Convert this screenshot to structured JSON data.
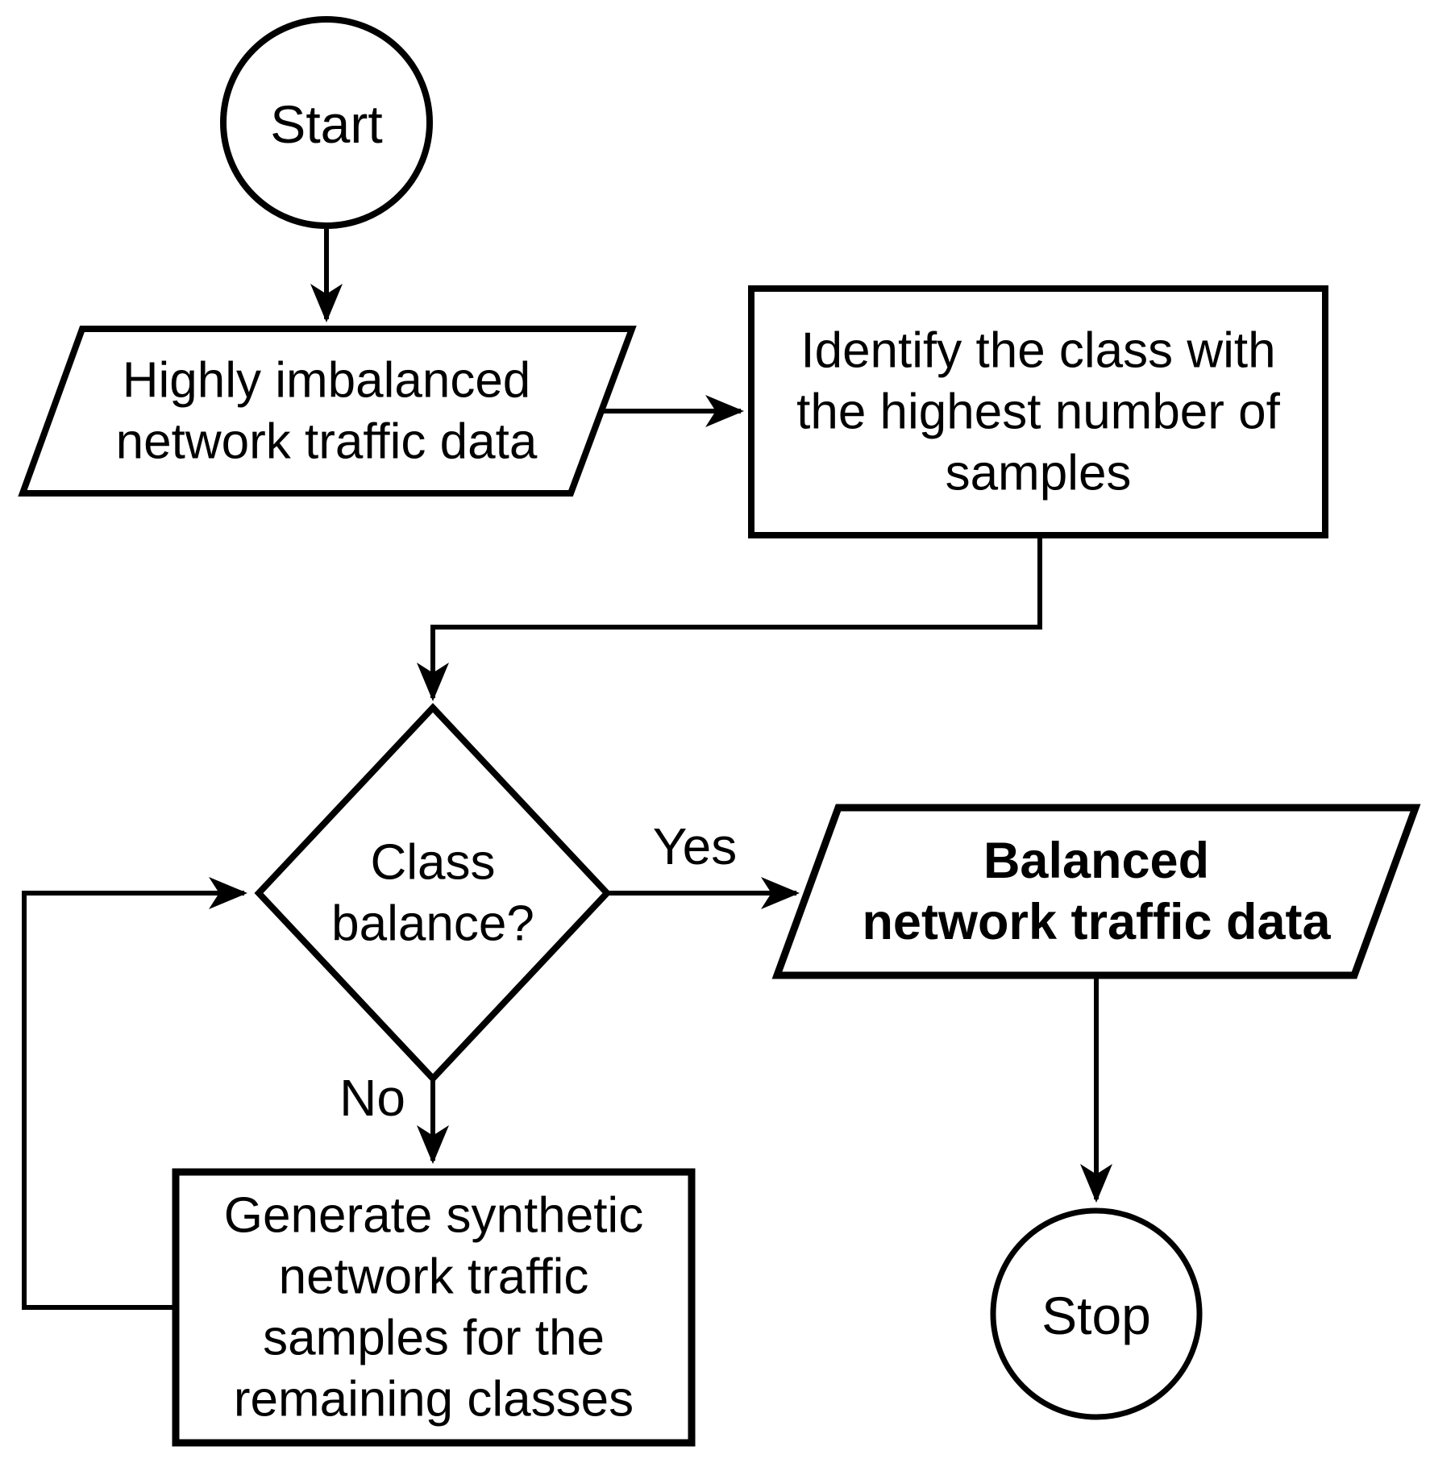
{
  "diagram": {
    "colors": {
      "background": "#ffffff",
      "stroke": "#000000",
      "shape_fill": "#ffffff",
      "text": "#000000"
    },
    "nodes": {
      "start": {
        "label": "Start"
      },
      "input_data": {
        "lines": [
          "Highly imbalanced",
          "network traffic data"
        ]
      },
      "identify": {
        "lines": [
          "Identify the class with",
          "the highest number of",
          "samples"
        ]
      },
      "decision": {
        "lines": [
          "Class",
          "balance?"
        ]
      },
      "balanced_output": {
        "lines": [
          "Balanced",
          "network traffic data"
        ]
      },
      "generate": {
        "lines": [
          "Generate synthetic",
          "network traffic",
          "samples for the",
          "remaining classes"
        ]
      },
      "stop": {
        "label": "Stop"
      }
    },
    "edge_labels": {
      "yes": "Yes",
      "no": "No"
    }
  }
}
